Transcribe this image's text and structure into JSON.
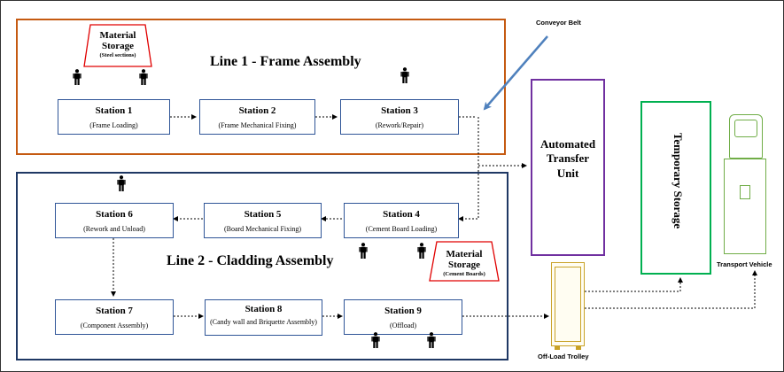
{
  "line1": {
    "title": "Line 1 - Frame Assembly"
  },
  "line2": {
    "title": "Line 2 - Cladding Assembly"
  },
  "storage1": {
    "title": "Material Storage",
    "subtitle": "(Steel sections)"
  },
  "storage2": {
    "title": "Material Storage",
    "subtitle": "(Cement Boards)"
  },
  "stations": [
    {
      "title": "Station 1",
      "desc": "(Frame Loading)"
    },
    {
      "title": "Station 2",
      "desc": "(Frame Mechanical Fixing)"
    },
    {
      "title": "Station 3",
      "desc": "(Rework/Repair)"
    },
    {
      "title": "Station 4",
      "desc": "(Cement Board Loading)"
    },
    {
      "title": "Station 5",
      "desc": "(Board Mechanical Fixing)"
    },
    {
      "title": "Station 6",
      "desc": "(Rework and Unload)"
    },
    {
      "title": "Station 7",
      "desc": "(Component Assembly)"
    },
    {
      "title": "Station 8",
      "desc": "(Candy wall and Briquette Assembly)"
    },
    {
      "title": "Station 9",
      "desc": "(Offload)"
    }
  ],
  "conveyor": {
    "label": "Conveyor Belt"
  },
  "transfer_unit": {
    "label": "Automated Transfer Unit"
  },
  "temp_storage": {
    "label": "Temporary Storage"
  },
  "trolley": {
    "label": "Off-Load Trolley"
  },
  "vehicle": {
    "label": "Transport Vehicle"
  },
  "colors": {
    "line1_border": "#c55a11",
    "line2_border": "#1f3864",
    "station_border": "#2f5597",
    "storage_border": "#e00000",
    "transfer_border": "#7030a0",
    "temp_storage_border": "#00b050",
    "trolley_border": "#c9a227",
    "vehicle_border": "#70ad47",
    "conveyor": "#4f81bd"
  }
}
